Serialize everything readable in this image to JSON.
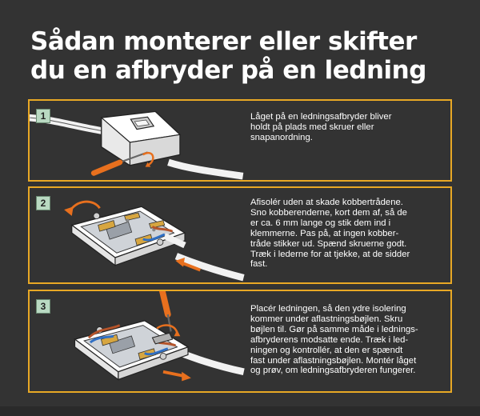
{
  "title": "Sådan monterer eller skifter\ndu en afbryder på en ledning",
  "steps": [
    {
      "number": "1",
      "text": "Låget på en ledningsafbryder bliver\nholdt på plads med skruer eller\nsnapanordning."
    },
    {
      "number": "2",
      "text": "Afisolér uden at skade kobbertrådene.\nSno kobberenderne, kort dem af, så de\ner ca. 6 mm lange og stik dem ind i\nklemmerne. Pas på, at ingen kobber-\ntråde stikker ud. Spænd skruerne godt.\nTræk i lederne for at tjekke, at de sidder\nfast."
    },
    {
      "number": "3",
      "text": "Placér ledningen, så den ydre isolering\nkommer under aflastningsbøjlen. Skru\nbøjlen til. Gør på samme måde i lednings-\nafbryderens modsatte ende. Træk i led-\nningen og kontrollér, at den er spændt\nfast under aflastningsbøjlen. Montér låget\nog prøv, om ledningsafbryderen fungerer."
    }
  ],
  "colors": {
    "background": "#333333",
    "frame": "#e8a825",
    "arrow": "#e8701e",
    "badge": "#b9d9c2",
    "wire_blue": "#2f6fc4",
    "wire_brown": "#b5542a",
    "brass": "#d7a640"
  }
}
